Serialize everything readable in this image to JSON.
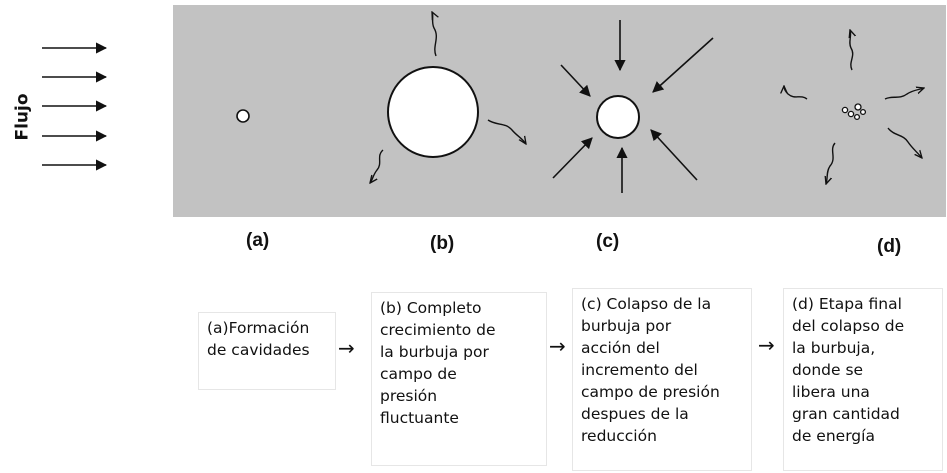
{
  "flow_label": "Flujo",
  "panel_labels": [
    "(a)",
    "(b)",
    "(c)",
    "(d)"
  ],
  "steps": [
    {
      "text": "(a)Formación\nde cavidades"
    },
    {
      "text": "(b) Completo\ncrecimiento de\nla burbuja por\ncampo de\npresión\nfluctuante"
    },
    {
      "text": "(c) Colapso de la\nburbuja por\nacción del\nincremento del\ncampo de presión\ndespues de la\nreducción"
    },
    {
      "text": "(d) Etapa final\ndel colapso de\nla burbuja,\ndonde se\nlibera una\ngran cantidad\nde energía"
    }
  ],
  "colors": {
    "panel_background": "#c2c2c2",
    "bubble_fill": "#ffffff",
    "stroke": "#111111"
  }
}
